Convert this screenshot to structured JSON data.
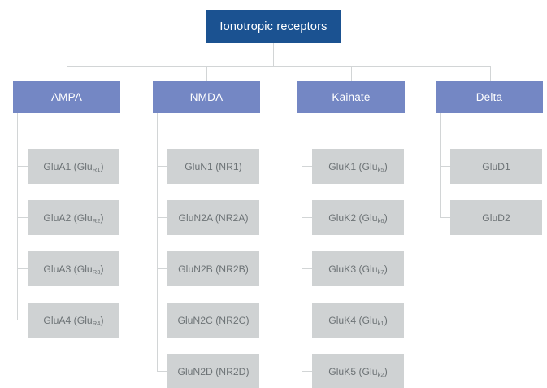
{
  "diagram": {
    "title": "Ionotropic receptors",
    "colors": {
      "root_fill": "#1b5291",
      "category_fill": "#7487c4",
      "leaf_fill": "#cfd2d3",
      "leaf_text": "#6d7376",
      "connector": "#d2d5d6",
      "background": "#ffffff"
    },
    "root": {
      "label": "Ionotropic receptors"
    },
    "categories": [
      {
        "label": "AMPA",
        "children": [
          {
            "name": "GluA1",
            "alias_prefix": "(Glu",
            "alias_sub": "R1",
            "alias_suffix": ")"
          },
          {
            "name": "GluA2",
            "alias_prefix": "(Glu",
            "alias_sub": "R2",
            "alias_suffix": ")"
          },
          {
            "name": "GluA3",
            "alias_prefix": "(Glu",
            "alias_sub": "R3",
            "alias_suffix": ")"
          },
          {
            "name": "GluA4",
            "alias_prefix": "(Glu",
            "alias_sub": "R4",
            "alias_suffix": ")"
          }
        ]
      },
      {
        "label": "NMDA",
        "children": [
          {
            "name": "GluN1",
            "alias_prefix": "(NR1)",
            "alias_sub": "",
            "alias_suffix": ""
          },
          {
            "name": "GluN2A",
            "alias_prefix": "(NR2A)",
            "alias_sub": "",
            "alias_suffix": ""
          },
          {
            "name": "GluN2B",
            "alias_prefix": "(NR2B)",
            "alias_sub": "",
            "alias_suffix": ""
          },
          {
            "name": "GluN2C",
            "alias_prefix": "(NR2C)",
            "alias_sub": "",
            "alias_suffix": ""
          },
          {
            "name": "GluN2D",
            "alias_prefix": "(NR2D)",
            "alias_sub": "",
            "alias_suffix": ""
          }
        ]
      },
      {
        "label": "Kainate",
        "children": [
          {
            "name": "GluK1",
            "alias_prefix": "(Glu",
            "alias_sub": "k5",
            "alias_suffix": ")"
          },
          {
            "name": "GluK2",
            "alias_prefix": "(Glu",
            "alias_sub": "k6",
            "alias_suffix": ")"
          },
          {
            "name": "GluK3",
            "alias_prefix": "(Glu",
            "alias_sub": "k7",
            "alias_suffix": ")"
          },
          {
            "name": "GluK4",
            "alias_prefix": "(Glu",
            "alias_sub": "k1",
            "alias_suffix": ")"
          },
          {
            "name": "GluK5",
            "alias_prefix": "(Glu",
            "alias_sub": "k2",
            "alias_suffix": ")"
          }
        ]
      },
      {
        "label": "Delta",
        "children": [
          {
            "name": "GluD1",
            "alias_prefix": "",
            "alias_sub": "",
            "alias_suffix": ""
          },
          {
            "name": "GluD2",
            "alias_prefix": "",
            "alias_sub": "",
            "alias_suffix": ""
          }
        ]
      }
    ]
  }
}
